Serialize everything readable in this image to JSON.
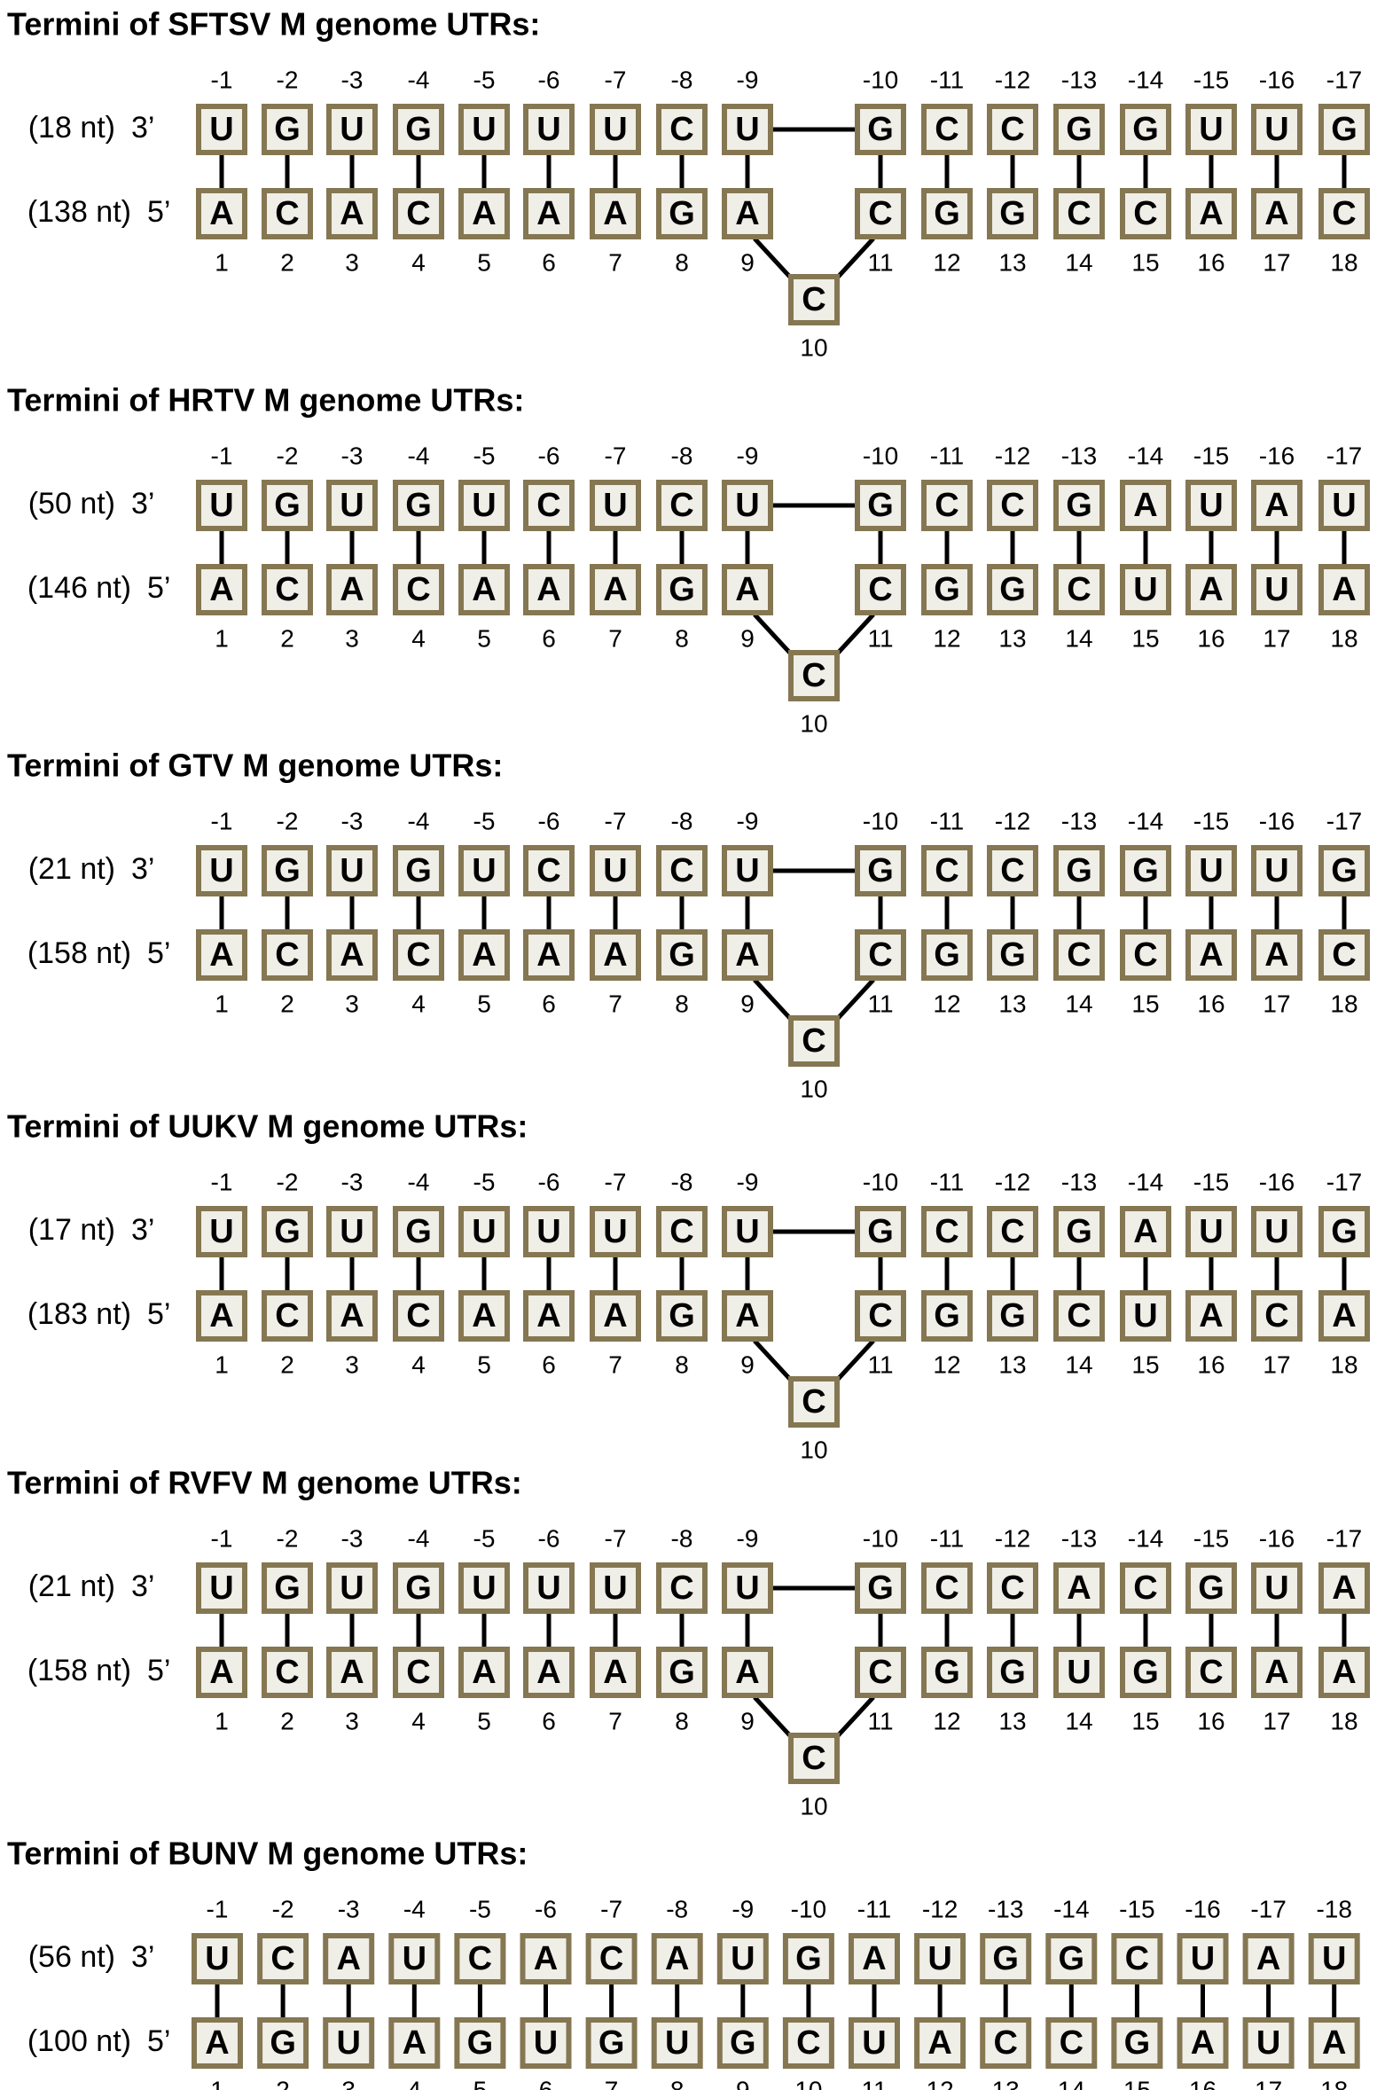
{
  "colors": {
    "box_fill": "#EFEEE7",
    "box_stroke": "#857752",
    "line": "#000000"
  },
  "prime_labels": {
    "three": "3’",
    "five": "5’"
  },
  "top_positions": [
    "-1",
    "-2",
    "-3",
    "-4",
    "-5",
    "-6",
    "-7",
    "-8",
    "-9",
    "-10",
    "-11",
    "-12",
    "-13",
    "-14",
    "-15",
    "-16",
    "-17",
    "-18"
  ],
  "bottom_positions": [
    "1",
    "2",
    "3",
    "4",
    "5",
    "6",
    "7",
    "8",
    "9",
    "10",
    "11",
    "12",
    "13",
    "14",
    "15",
    "16",
    "17",
    "18"
  ],
  "panels": [
    {
      "title": "Termini of SFTSV M genome UTRs:",
      "len3": "(18 nt)",
      "len5": "(138 nt)",
      "bulge": true,
      "top": [
        "U",
        "G",
        "U",
        "G",
        "U",
        "U",
        "U",
        "C",
        "U",
        "G",
        "C",
        "C",
        "G",
        "G",
        "U",
        "U",
        "G"
      ],
      "bottom": [
        "A",
        "C",
        "A",
        "C",
        "A",
        "A",
        "A",
        "G",
        "A",
        "C",
        "C",
        "G",
        "G",
        "C",
        "C",
        "A",
        "A",
        "C"
      ]
    },
    {
      "title": "Termini of HRTV M genome UTRs:",
      "len3": "(50 nt)",
      "len5": "(146 nt)",
      "bulge": true,
      "top": [
        "U",
        "G",
        "U",
        "G",
        "U",
        "C",
        "U",
        "C",
        "U",
        "G",
        "C",
        "C",
        "G",
        "A",
        "U",
        "A",
        "U"
      ],
      "bottom": [
        "A",
        "C",
        "A",
        "C",
        "A",
        "A",
        "A",
        "G",
        "A",
        "C",
        "C",
        "G",
        "G",
        "C",
        "U",
        "A",
        "U",
        "A"
      ]
    },
    {
      "title": "Termini of GTV M genome UTRs:",
      "len3": "(21 nt)",
      "len5": "(158 nt)",
      "bulge": true,
      "top": [
        "U",
        "G",
        "U",
        "G",
        "U",
        "C",
        "U",
        "C",
        "U",
        "G",
        "C",
        "C",
        "G",
        "G",
        "U",
        "U",
        "G"
      ],
      "bottom": [
        "A",
        "C",
        "A",
        "C",
        "A",
        "A",
        "A",
        "G",
        "A",
        "C",
        "C",
        "G",
        "G",
        "C",
        "C",
        "A",
        "A",
        "C"
      ]
    },
    {
      "title": "Termini of UUKV M genome UTRs:",
      "len3": "(17 nt)",
      "len5": "(183 nt)",
      "bulge": true,
      "top": [
        "U",
        "G",
        "U",
        "G",
        "U",
        "U",
        "U",
        "C",
        "U",
        "G",
        "C",
        "C",
        "G",
        "A",
        "U",
        "U",
        "G"
      ],
      "bottom": [
        "A",
        "C",
        "A",
        "C",
        "A",
        "A",
        "A",
        "G",
        "A",
        "C",
        "C",
        "G",
        "G",
        "C",
        "U",
        "A",
        "C",
        "A"
      ]
    },
    {
      "title": "Termini of RVFV M genome UTRs:",
      "len3": "(21 nt)",
      "len5": "(158 nt)",
      "bulge": true,
      "top": [
        "U",
        "G",
        "U",
        "G",
        "U",
        "U",
        "U",
        "C",
        "U",
        "G",
        "C",
        "C",
        "A",
        "C",
        "G",
        "U",
        "A"
      ],
      "bottom": [
        "A",
        "C",
        "A",
        "C",
        "A",
        "A",
        "A",
        "G",
        "A",
        "C",
        "C",
        "G",
        "G",
        "U",
        "G",
        "C",
        "A",
        "A"
      ]
    },
    {
      "title": "Termini of BUNV M genome UTRs:",
      "len3": "(56 nt)",
      "len5": "(100 nt)",
      "bulge": false,
      "top": [
        "U",
        "C",
        "A",
        "U",
        "C",
        "A",
        "C",
        "A",
        "U",
        "G",
        "A",
        "U",
        "G",
        "G",
        "C",
        "U",
        "A",
        "U"
      ],
      "bottom": [
        "A",
        "G",
        "U",
        "A",
        "G",
        "U",
        "G",
        "U",
        "G",
        "C",
        "U",
        "A",
        "C",
        "C",
        "G",
        "A",
        "U",
        "A"
      ]
    }
  ]
}
